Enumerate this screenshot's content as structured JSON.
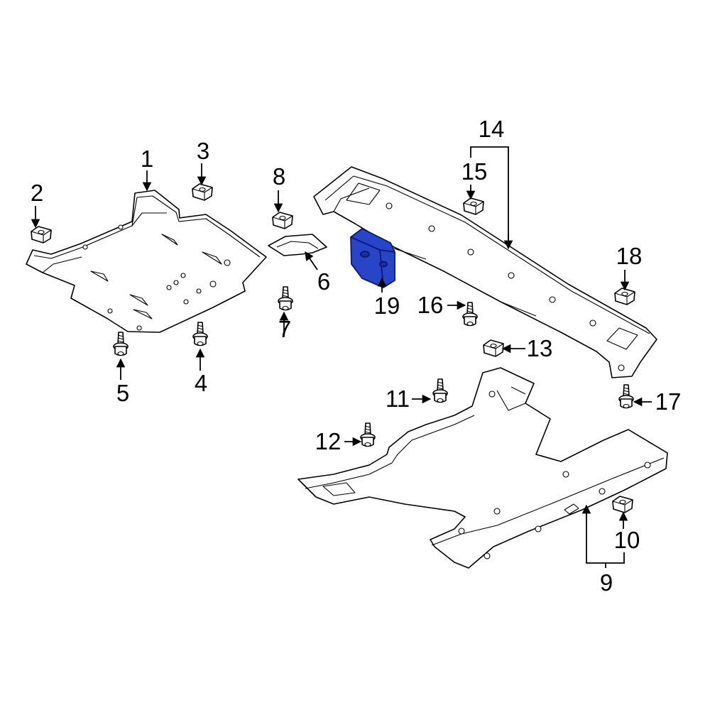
{
  "diagram": {
    "highlight_color": "#2844C7",
    "callouts": [
      {
        "id": "1",
        "label": "1"
      },
      {
        "id": "2",
        "label": "2"
      },
      {
        "id": "3",
        "label": "3"
      },
      {
        "id": "4",
        "label": "4"
      },
      {
        "id": "5",
        "label": "5"
      },
      {
        "id": "6",
        "label": "6"
      },
      {
        "id": "7",
        "label": "7"
      },
      {
        "id": "8",
        "label": "8"
      },
      {
        "id": "9",
        "label": "9"
      },
      {
        "id": "10",
        "label": "10"
      },
      {
        "id": "11",
        "label": "11"
      },
      {
        "id": "12",
        "label": "12"
      },
      {
        "id": "13",
        "label": "13"
      },
      {
        "id": "14",
        "label": "14"
      },
      {
        "id": "15",
        "label": "15"
      },
      {
        "id": "16",
        "label": "16"
      },
      {
        "id": "17",
        "label": "17"
      },
      {
        "id": "18",
        "label": "18"
      },
      {
        "id": "19",
        "label": "19"
      }
    ]
  }
}
